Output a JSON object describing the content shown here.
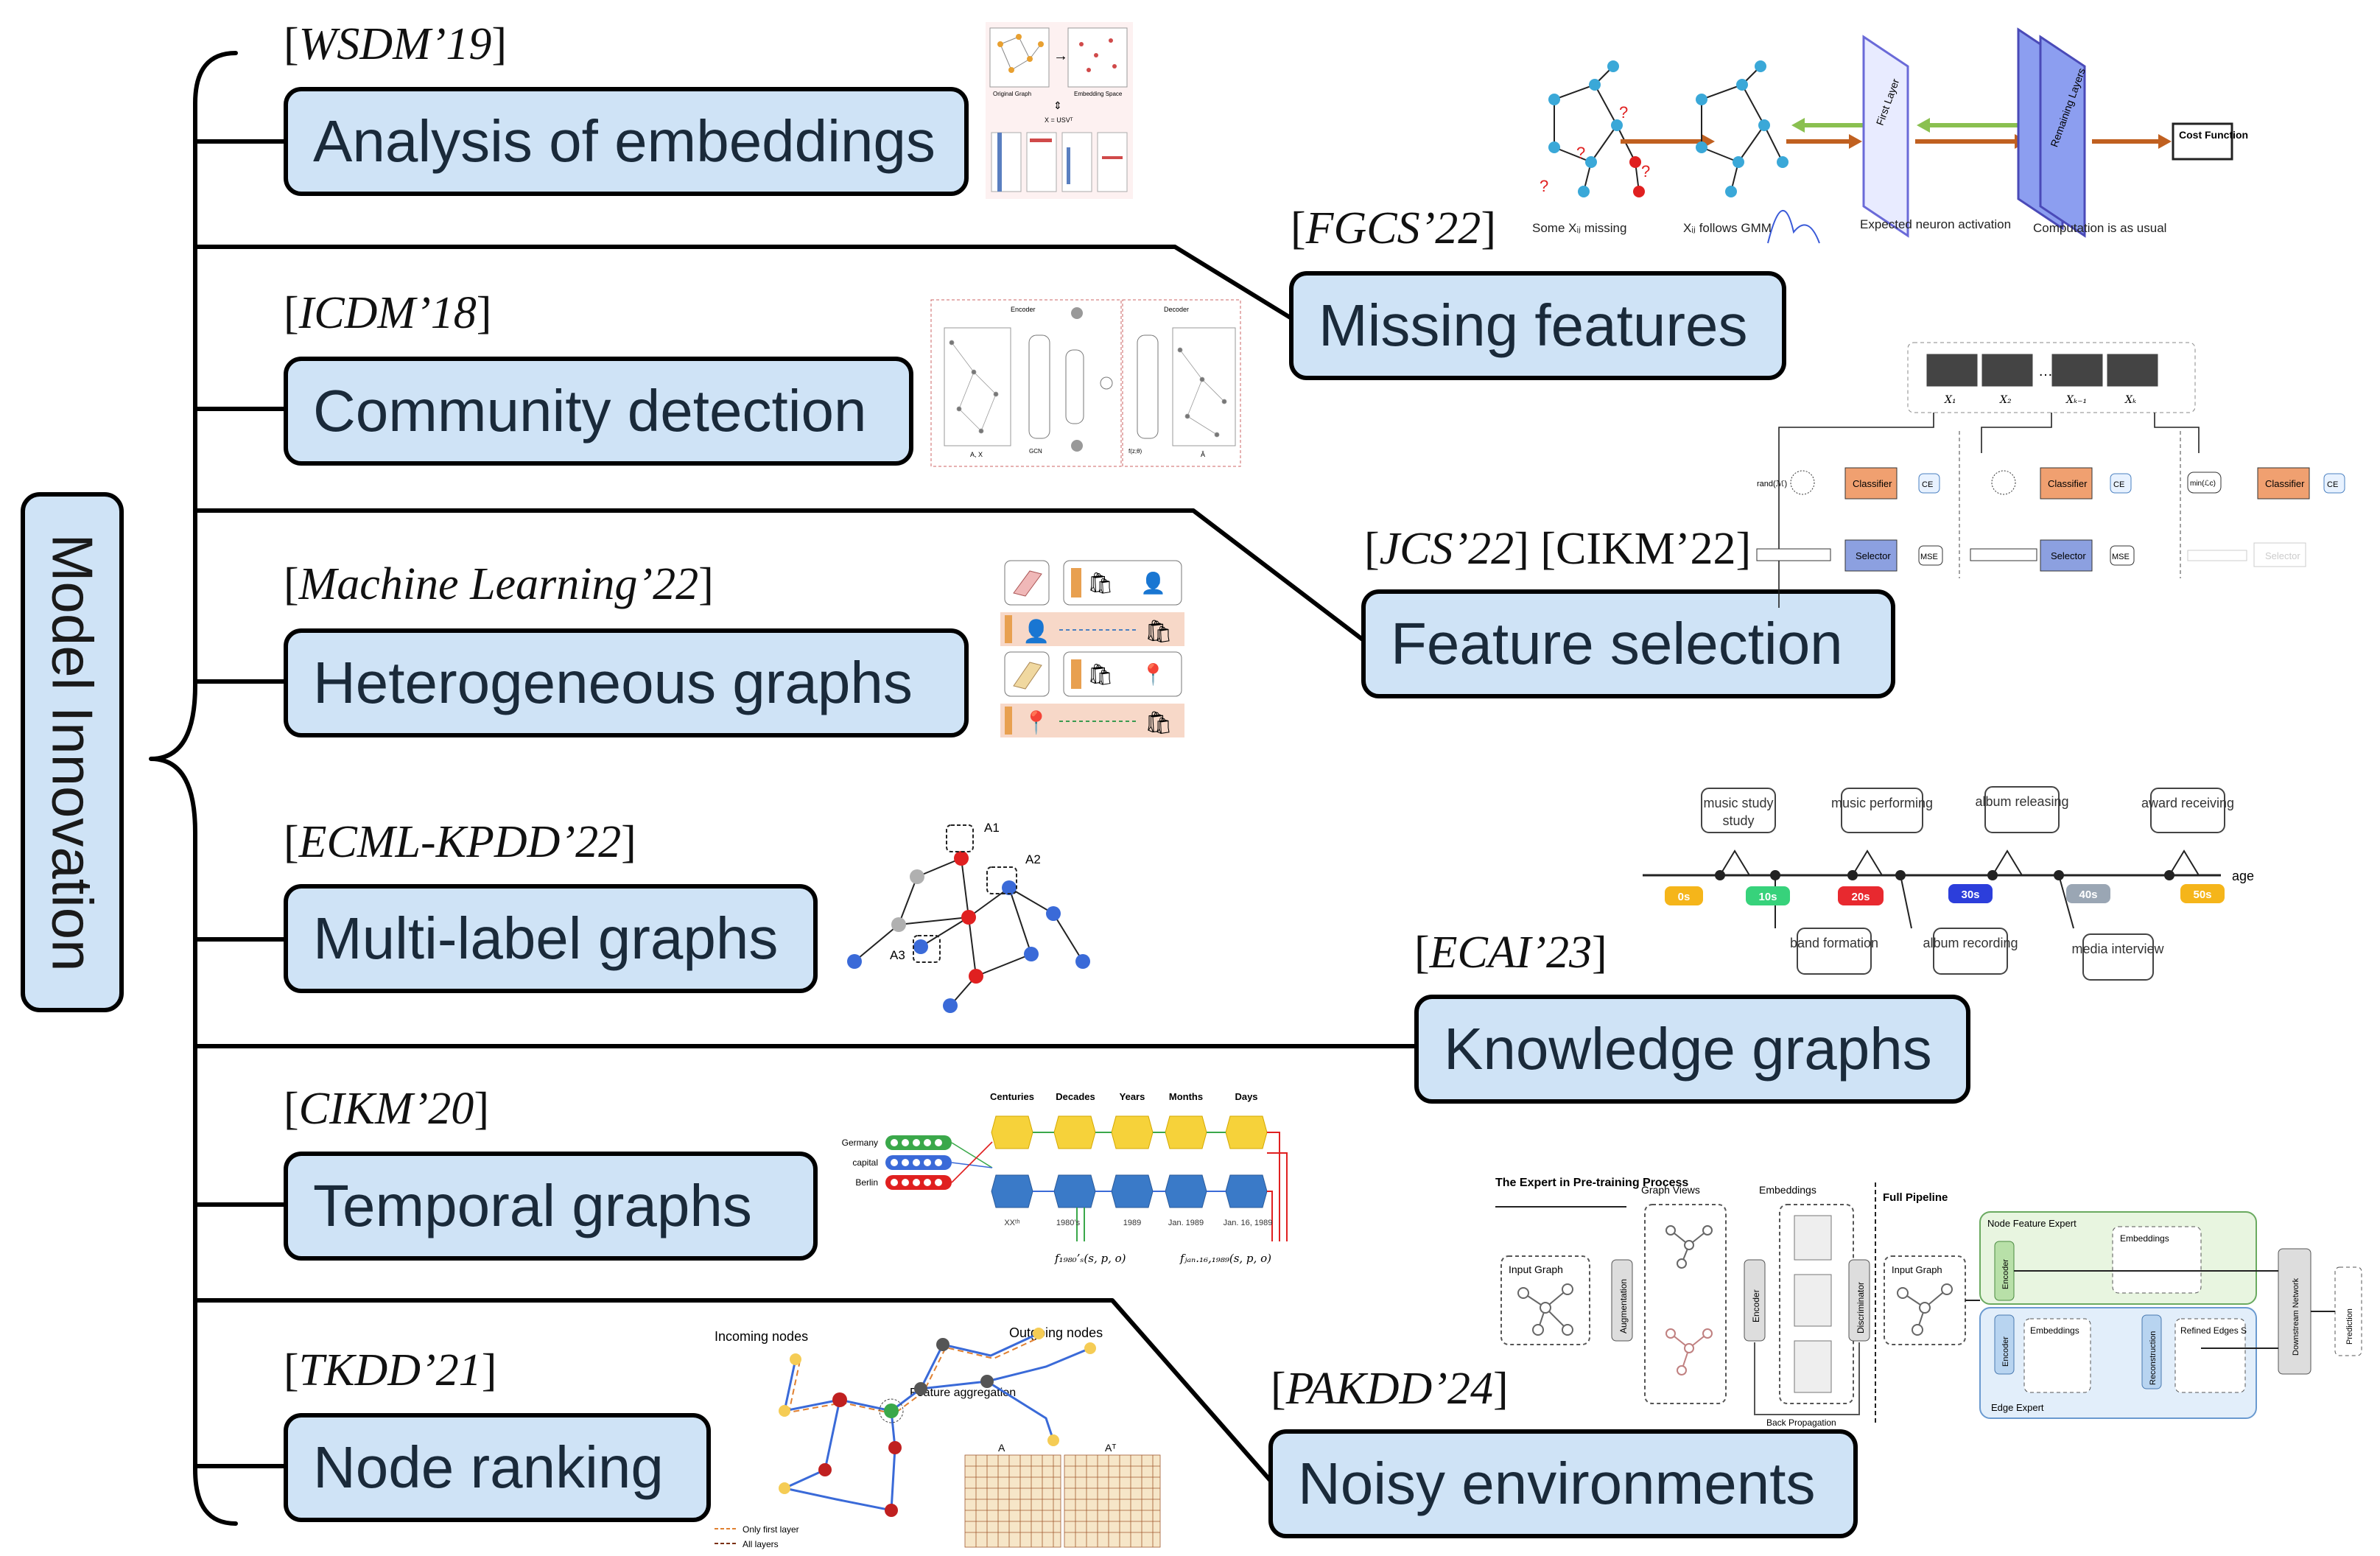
{
  "root": {
    "label": "Model Innovation"
  },
  "branches": [
    {
      "label": "Analysis of embeddings",
      "venue": "WSDM’19"
    },
    {
      "label": "Community detection",
      "venue": "ICDM’18"
    },
    {
      "label": "Heterogeneous graphs",
      "venue": "Machine Learning’22"
    },
    {
      "label": "Multi-label graphs",
      "venue": "ECML-KPDD’22"
    },
    {
      "label": "Temporal graphs",
      "venue": "CIKM’20"
    },
    {
      "label": "Node ranking",
      "venue": "TKDD’21"
    },
    {
      "label": "Missing features",
      "venue": "FGCS’22"
    },
    {
      "label": "Feature selection",
      "venue": "JCS’22",
      "venue2": "CIKM’22"
    },
    {
      "label": "Knowledge graphs",
      "venue": "ECAI’23"
    },
    {
      "label": "Noisy environments",
      "venue": "PAKDD’24"
    }
  ],
  "figures": {
    "embeddings": {
      "a": "Original Graph",
      "b": "Embedding Space",
      "formula": "X = USVᵀ"
    },
    "community": {
      "encoder": "Encoder",
      "decoder": "Decoder",
      "input": "A, X",
      "gcn": "GCN",
      "out1": "f(z;θ)",
      "out2": "Â"
    },
    "missing": {
      "caption1": "Some Xᵢⱼ missing",
      "caption2": "Xᵢⱼ follows GMM",
      "caption3": "Expected neuron activation",
      "caption4": "Computation is as usual",
      "first_layer": "First Layer",
      "remaining_layers": "Remaining Layers",
      "cost_function": "Cost Function"
    },
    "featsel": {
      "x_labels": [
        "X₁",
        "X₂",
        "Xₖ₋₁",
        "Xₖ"
      ],
      "classifier": "Classifier",
      "selector": "Selector",
      "ce": "CE",
      "mse": "MSE",
      "rand": "rand(ℳ)",
      "minlc": "min(ℒc)"
    },
    "knowledge": {
      "above": [
        "music study",
        "music performing",
        "album releasing",
        "award receiving"
      ],
      "below": [
        "band formation",
        "album recording",
        "media interview"
      ],
      "decades": [
        "0s",
        "10s",
        "20s",
        "30s",
        "40s",
        "50s"
      ],
      "axis": "age",
      "colors": [
        "#f5b51a",
        "#37d27b",
        "#e8292f",
        "#2c3edb",
        "#9aa6b4",
        "#f5b51a"
      ]
    },
    "temporal": {
      "headers": [
        "Centuries",
        "Decades",
        "Years",
        "Months",
        "Days"
      ],
      "rows": [
        "Germany",
        "capital",
        "Berlin"
      ],
      "times": [
        "XXᵗʰ",
        "1980’s",
        "1989",
        "Jan. 1989",
        "Jan. 16, 1989"
      ],
      "f1": "f₁₉₈₀’ₛ(s, p, o)",
      "f2": "fⱼₐₙ.₁₆,₁₉₈₉(s, p, o)"
    },
    "ranking": {
      "incoming": "Incoming nodes",
      "outgoing": "Outgoing nodes",
      "aggregation": "Feature aggregation",
      "legend1": "Only first layer",
      "legend2": "All layers",
      "matA": "A",
      "matAt": "Aᵀ"
    },
    "noisy": {
      "title1": "The Expert in Pre-training Process",
      "views": "Graph Views",
      "embeddings": "Embeddings",
      "pipeline": "Full Pipeline",
      "input": "Input Graph",
      "augmentation": "Augmentation",
      "encoder": "Encoder",
      "discriminator": "Discriminator",
      "backprop": "Back Propagation",
      "node_expert": "Node Feature Expert",
      "edge_expert": "Edge Expert",
      "reconstruction": "Reconstruction",
      "refined": "Refined Edges S",
      "downstream": "Downstream Network",
      "prediction": "Prediction"
    },
    "multilabel": {
      "a1": "A1",
      "a2": "A2",
      "a3": "A3"
    }
  }
}
